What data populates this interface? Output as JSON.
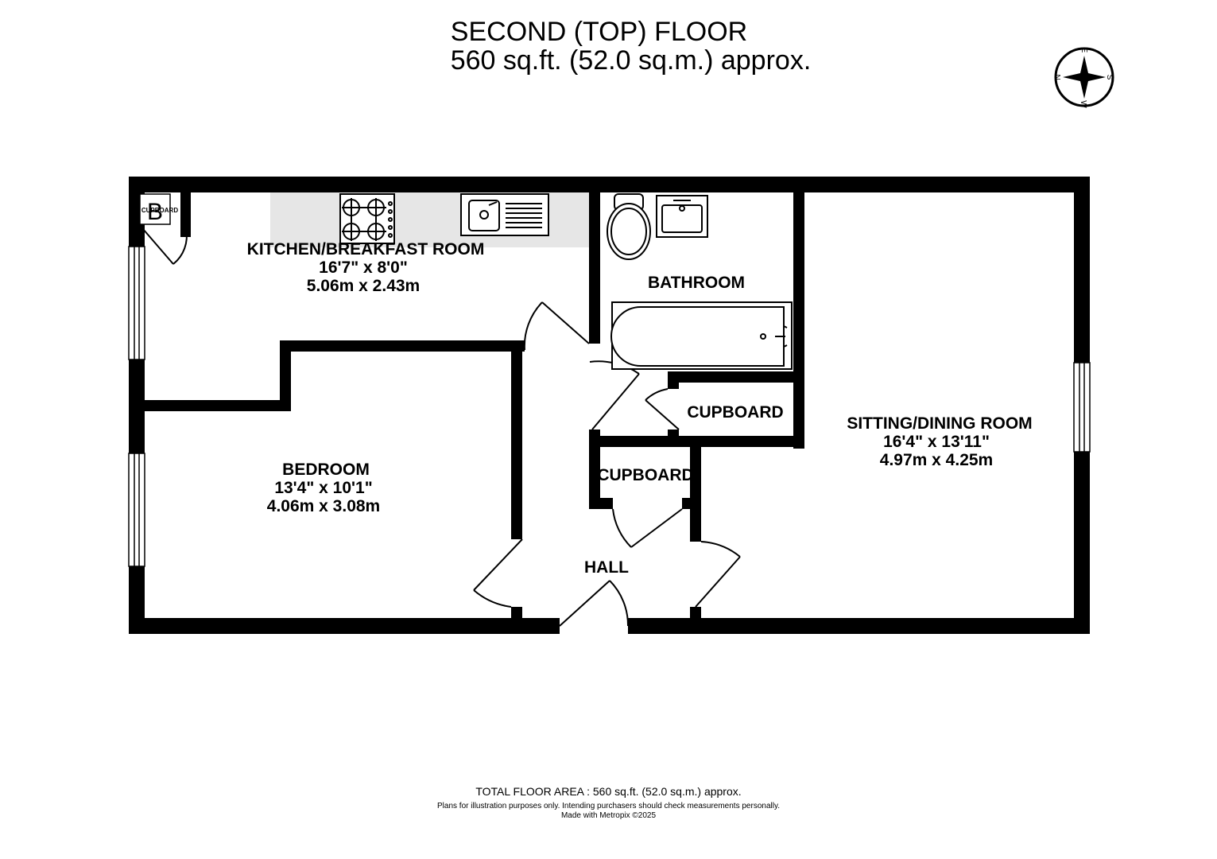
{
  "header": {
    "floor_title": "SECOND (TOP) FLOOR",
    "area": "560 sq.ft. (52.0 sq.m.) approx."
  },
  "compass": {
    "n": "N",
    "e": "E",
    "s": "S",
    "w": "W"
  },
  "rooms": {
    "boiler_symbol": "B",
    "boiler_cupboard": "CUPBOARD",
    "kitchen": {
      "name": "KITCHEN/BREAKFAST ROOM",
      "imperial": "16'7\"  x 8'0\"",
      "metric": "5.06m  x 2.43m"
    },
    "bathroom": {
      "name": "BATHROOM"
    },
    "cupboard_upper": {
      "name": "CUPBOARD"
    },
    "cupboard_lower": {
      "name": "CUPBOARD"
    },
    "sitting": {
      "name": "SITTING/DINING ROOM",
      "imperial": "16'4\"  x 13'11\"",
      "metric": "4.97m  x 4.25m"
    },
    "bedroom": {
      "name": "BEDROOM",
      "imperial": "13'4\"  x 10'1\"",
      "metric": "4.06m  x 3.08m"
    },
    "hall": {
      "name": "HALL"
    }
  },
  "footer": {
    "total": "TOTAL FLOOR AREA : 560 sq.ft. (52.0 sq.m.) approx.",
    "disclaimer": "Plans for illustration purposes only. Intending purchasers should check measurements personally.",
    "credit": "Made with Metropix ©2025"
  },
  "colors": {
    "wall": "#000000",
    "counter": "#e6e6e6",
    "background": "#ffffff"
  }
}
